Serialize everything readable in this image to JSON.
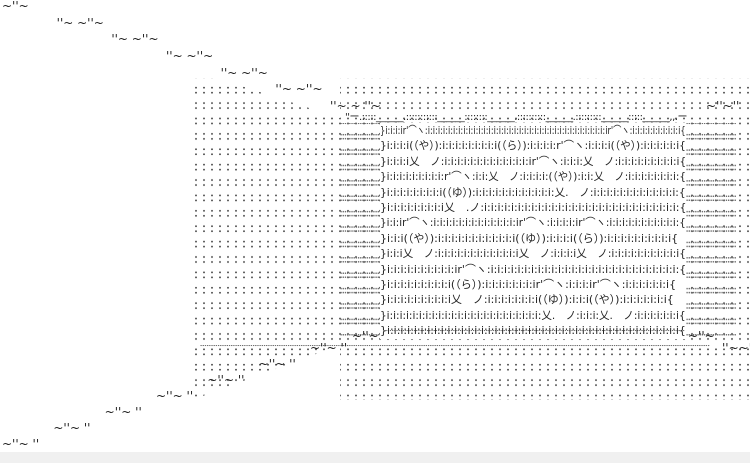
{
  "art": {
    "top_wave": [
      "~''~",
      "''~ ~''~",
      "''~ ~''~",
      "''~ ~''~",
      "''~ ~''~",
      "''~ ~''~",
      "''~ ~ ''~"
    ],
    "bottom_wave": [
      "~''~ ''",
      "~''~ ''",
      "~''~ ''",
      "~''~ ''",
      "~''~ ''",
      "~''~ ''",
      "~''~ ''"
    ],
    "top_edge": "''ー.:::::______.:::::::::::______::::::::______.::::::::::______.:::::::::______:::::______,,.ー",
    "right_waves": [
      "~''~''",
      "~''~",
      "''~~''"
    ],
    "panel_rows": [
      "}i:i:i:ir'⌒ヽ:i:i:i:i:i:i:i:i:i:i:i:i:i:i:i:i:i:i:i:i:i:i:i:i:i:i:i:i:i:i:i:i:i:i:i:ir'⌒ヽ:i:i:i:i:i:i:i:i:i:i{",
      "}i:i:i:i(（や）):i:i:i:i:i:i:i:i:i(（ら）):i:i:i:i:r'⌒ヽ:i:i:i:i(（や）):i:i:i:i:i:i{",
      "}i:i:i:i乂　ノ:i:i:i:i:i:i:i:i:i:i:i:i:i:ir'⌒ヽ:i:i:i:乂　ノ:i:i:i:i:i:i:i:i:i:i{",
      "}i:i:i:i:i:i:i:i:i:r'⌒ヽ:i:i:乂　ノ:i:i:i:i:(（や）):i:i:乂　ノ:i:i:i:i:i:i:i:i:{",
      "}i:i:i:i:i:i:i:i:i(（ゆ）):i:i:i:i:i:i:i:i:i:i:i:i:乂.　ノ:i:i:i:i:i:i:i:i:i:i:i:i:i:{",
      "}i:i:i:i:i:i:i:i:i乂　.ノ:i:i:i:i:i:i:i:i:i:i:i:i:i:i:i:i:i:i:i:i:i:i:i:i:i:i:i:i:i:{",
      "}i:i:ir'⌒ヽ:i:i:i:i:i:i:i:i:i:i:i:i:i:ir'⌒ヽ:i:i:i:i:ir'⌒ヽ:i:i:i:i:i:i:i:i:i:i:i:{",
      "}i:i:i(（や）):i:i:i:i:i:i:i:i:i:i:i:i(（ゆ）):i:i:i:i(（ら）):i:i:i:i:i:i:i:i:i:i{",
      "}i:i:i乂　ノ:i:i:i:i:i:i:i:i:i:i:i:i:i乂　ノ:i:i:i:i乂　ノ:i:i:i:i:i:i:i:i:i:i:i{",
      "}i:i:i:i:i:i:i:i:i:i:ir'⌒ヽ:i:i:i:i:i:i:i:i:i:i:i:i:i:i:i:i:i:i:i:i:i:i:i:i:i:i:i:i:{",
      "}i:i:i:i:i:i:i:i:i:i(（ら）):i:i:i:i:i:i:i:ir'⌒ヽ:i:i:i:ir'⌒ヽ:i:i:i:i:i:i:i{",
      "}i:i:i:i:i:i:i:i:i:i乂　ノ:i:i:i:i:i:i:i:i(（ゆ）):i:i:i(（や）):i:i:i:i:i:i:i{",
      "}i:i:i:i:i:i:i:i:i:i:i:i:i:i:i:i:i:i:i:i:i:i:i:i:乂.　ノ:i:i:i:乂.　ノ:i:i:i:i:i:i:i{",
      "}i:i:i:i:i:i:i:i:i:i:i:i:i:i:i:i:i:i:i:i:i:i:i:i:i:i:i:i:i:i:i:i:i:i:i:i:i:i:i:i:i:i:i:i{"
    ],
    "bottom_left_wave": "~''~",
    "bottom_right_wave": "~''~"
  }
}
